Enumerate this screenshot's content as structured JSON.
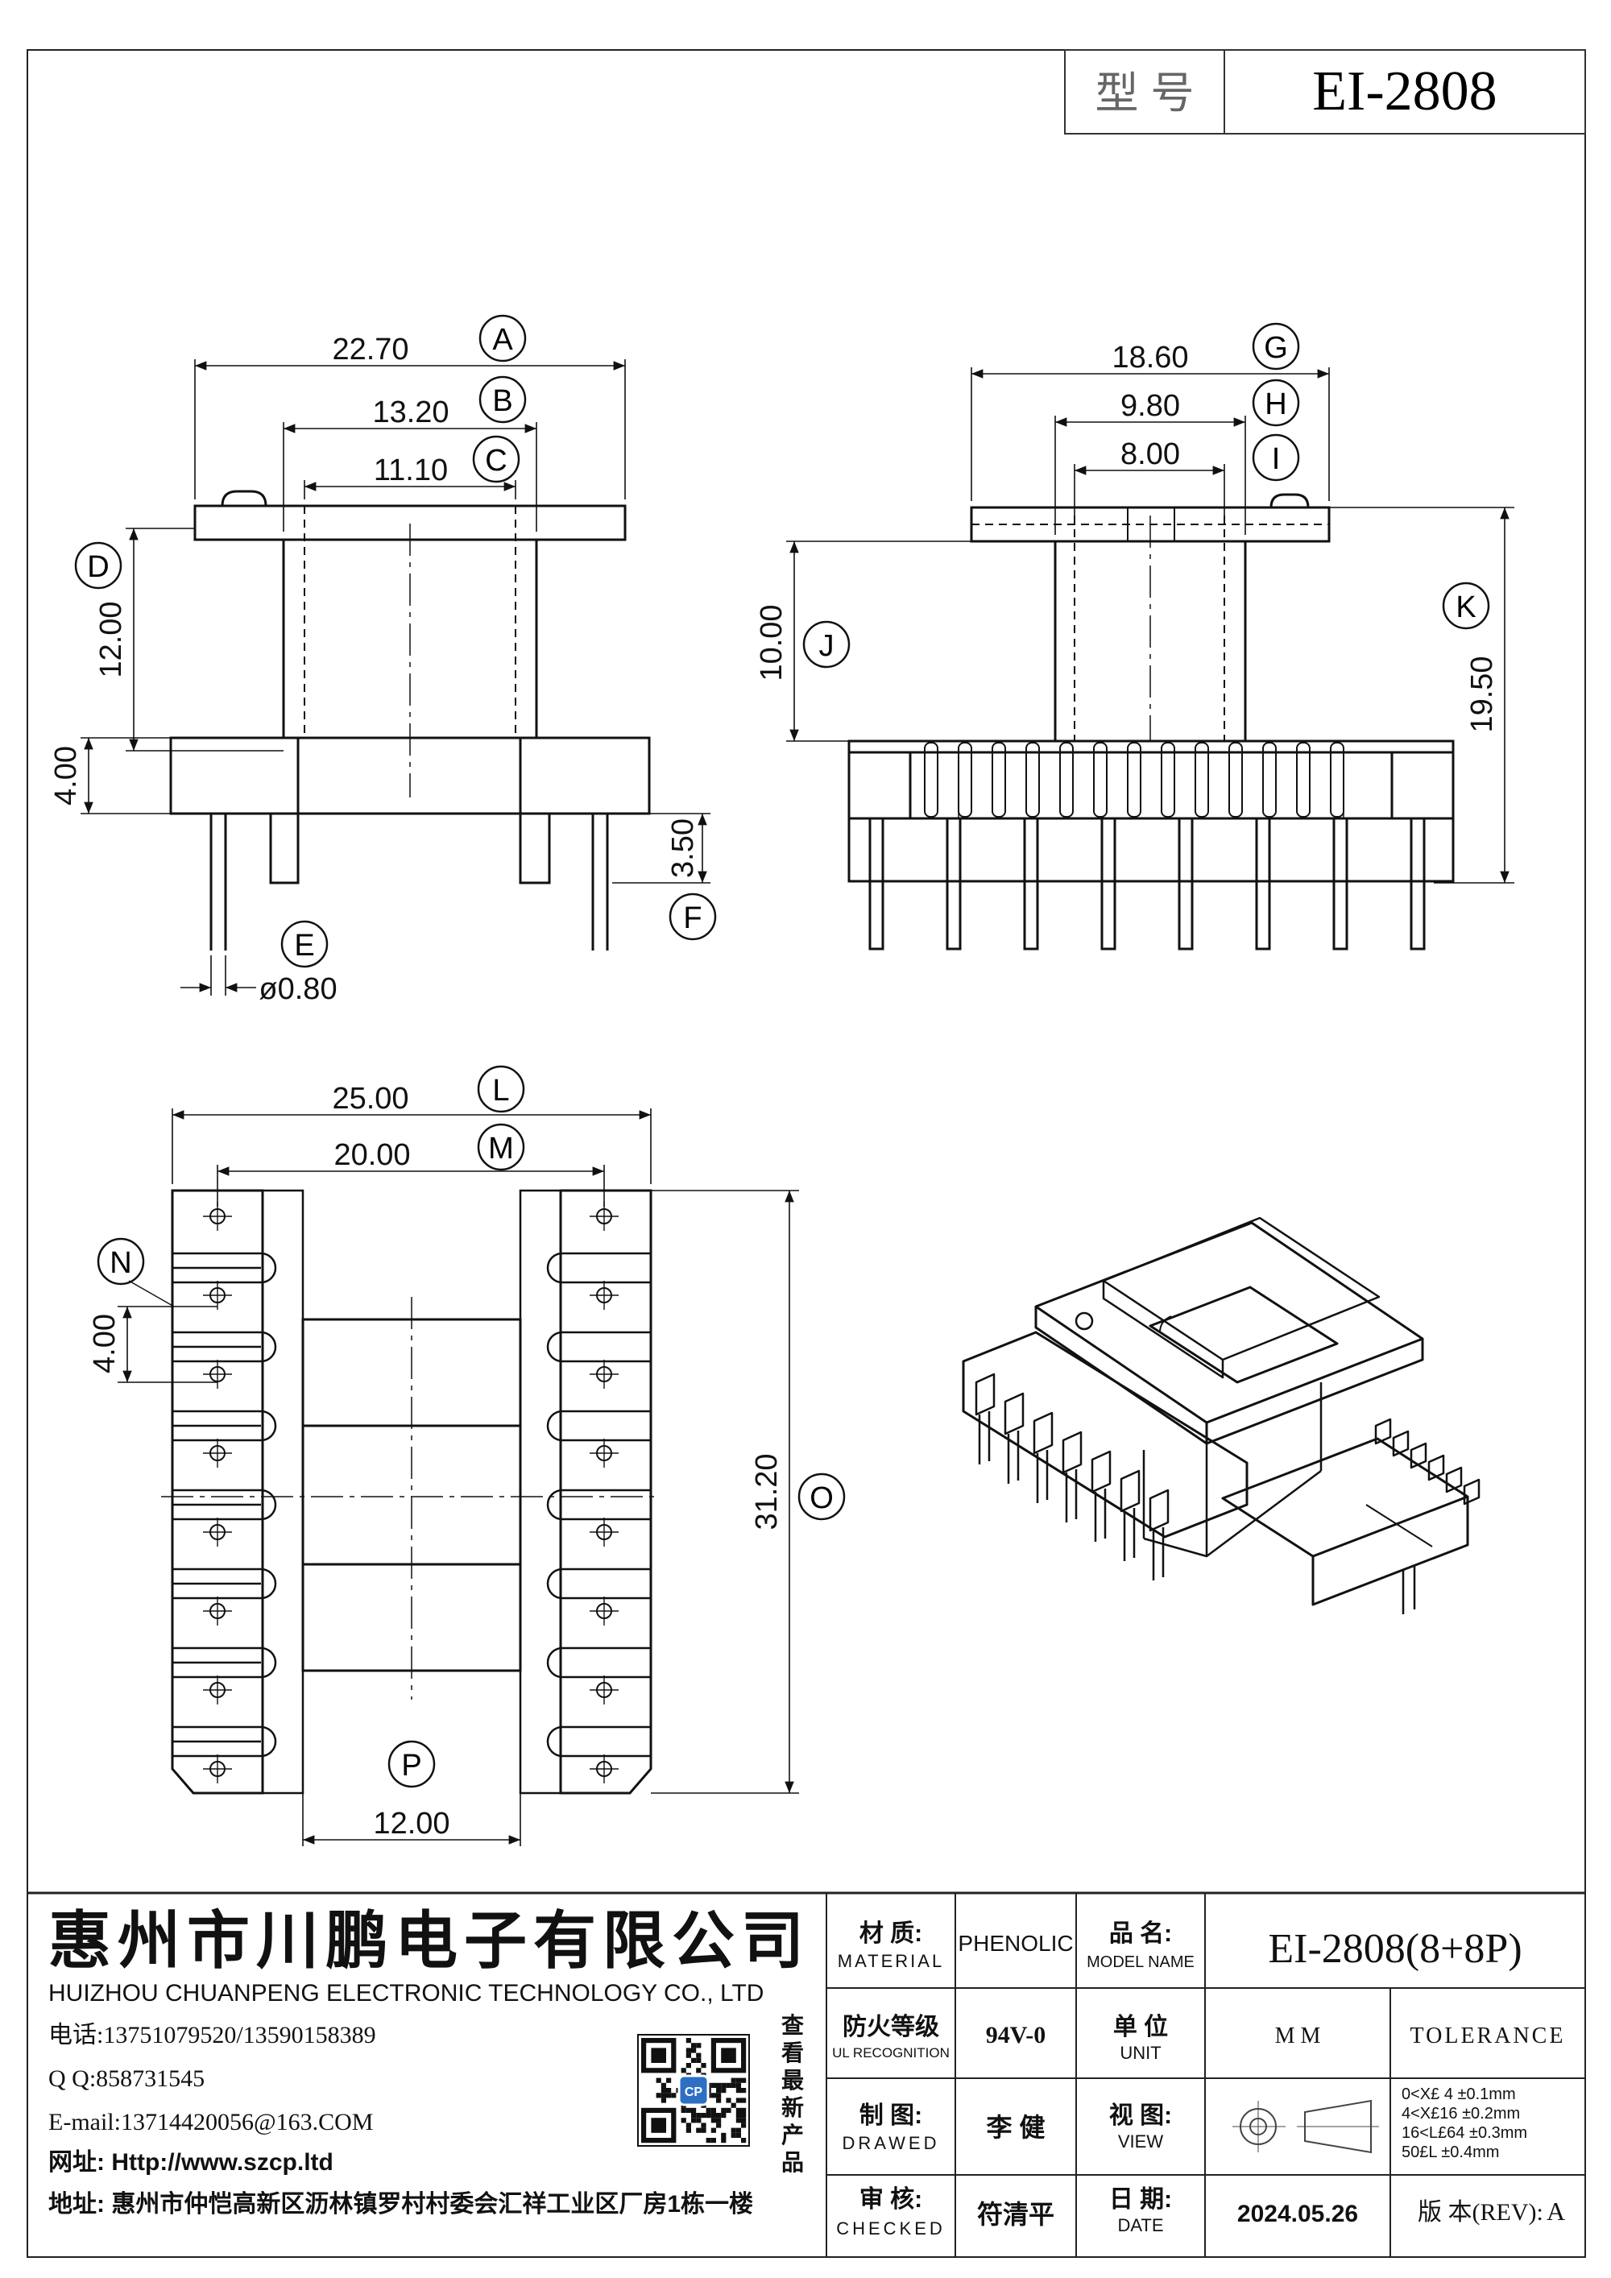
{
  "header": {
    "model_label": "型 号",
    "model": "EI-2808"
  },
  "dims": {
    "A": "22.70",
    "B": "13.20",
    "C": "11.10",
    "D": "12.00",
    "D2": "4.00",
    "E": "ø0.80",
    "F": "3.50",
    "G": "18.60",
    "H": "9.80",
    "I": "8.00",
    "J": "10.00",
    "K": "19.50",
    "L": "25.00",
    "M": "20.00",
    "N": "4.00",
    "O": "31.20",
    "P": "12.00"
  },
  "labels": {
    "A": "A",
    "B": "B",
    "C": "C",
    "D": "D",
    "E": "E",
    "F": "F",
    "G": "G",
    "H": "H",
    "I": "I",
    "J": "J",
    "K": "K",
    "L": "L",
    "M": "M",
    "N": "N",
    "O": "O",
    "P": "P"
  },
  "company": {
    "name_cn": "惠州市川鹏电子有限公司",
    "name_en": "HUIZHOU CHUANPENG ELECTRONIC TECHNOLOGY CO., LTD",
    "phone": "电话:13751079520/13590158389",
    "qq": "Q Q:858731545",
    "email": "E-mail:13714420056@163.COM",
    "website": "网址: Http://www.szcp.ltd",
    "address": "地址: 惠州市仲恺高新区沥林镇罗村村委会汇祥工业区厂房1栋一楼",
    "qr_caption": [
      "查",
      "看",
      "最",
      "新",
      "产",
      "品"
    ],
    "qr_badge": "CP"
  },
  "titleblock": {
    "material_cn": "材 质:",
    "material_en": "MATERIAL",
    "material_val": "PHENOLIC",
    "model_cn": "品 名:",
    "model_en": "MODEL NAME",
    "model_val": "EI-2808(8+8P)",
    "fire_cn": "防火等级",
    "fire_en": "UL RECOGNITION",
    "fire_val": "94V-0",
    "unit_cn": "单 位",
    "unit_en": "UNIT",
    "unit_val": "M M",
    "tolerance_label": "TOLERANCE",
    "drawn_cn": "制 图:",
    "drawn_en": "DRAWED",
    "drawn_val": "李 健",
    "view_cn": "视 图:",
    "view_en": "VIEW",
    "check_cn": "审 核:",
    "check_en": "CHECKED",
    "check_val": "符清平",
    "date_cn": "日 期:",
    "date_en": "DATE",
    "date_val": "2024.05.26",
    "rev_label": "版 本(REV):",
    "rev_val": "A",
    "tolerances": [
      "0<X£ 4   ±0.1mm",
      "4<X£16  ±0.2mm",
      "16<L£64 ±0.3mm",
      "50£L    ±0.4mm"
    ]
  }
}
